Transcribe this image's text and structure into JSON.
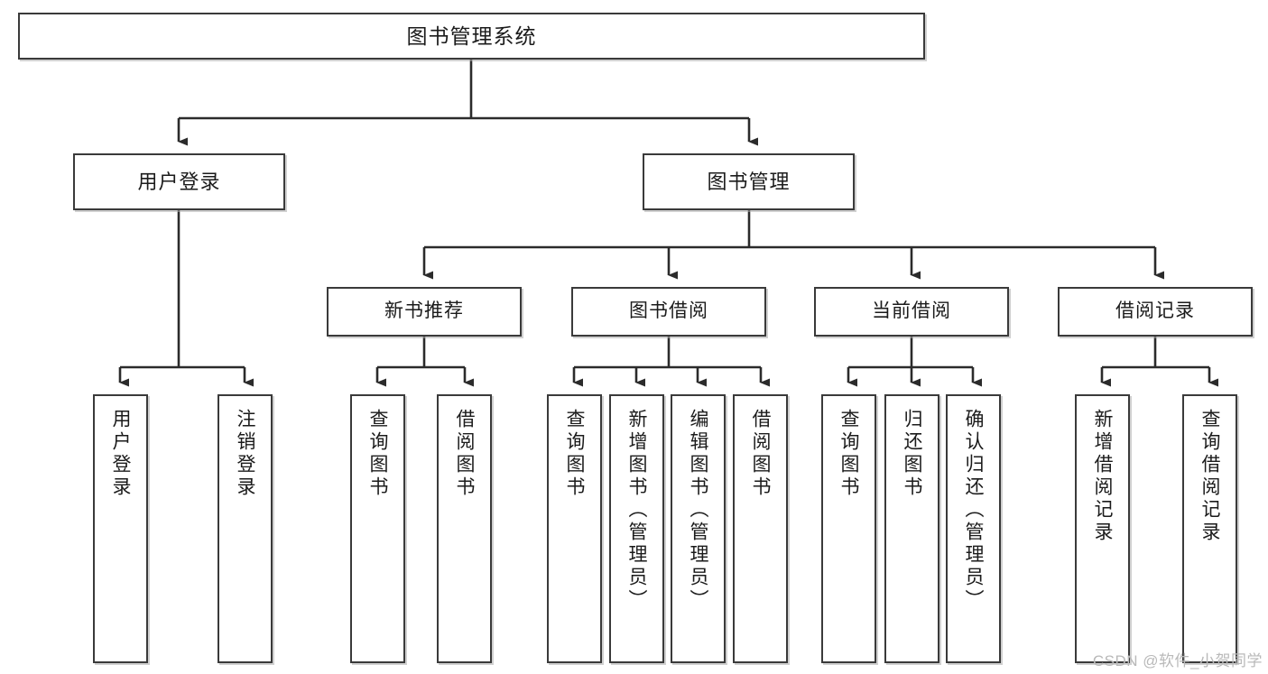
{
  "diagram": {
    "type": "tree",
    "title": "图书管理系统",
    "style": {
      "box_stroke": "#3a3a3a",
      "box_fill": "#ffffff",
      "connector": "#2b2b2b",
      "text": "#1b1b1b",
      "watermark": "#b9b9b9"
    },
    "root": {
      "label": "图书管理系统"
    },
    "level1": [
      {
        "label": "用户登录"
      },
      {
        "label": "图书管理"
      }
    ],
    "level2": [
      {
        "label": "新书推荐"
      },
      {
        "label": "图书借阅"
      },
      {
        "label": "当前借阅"
      },
      {
        "label": "借阅记录"
      }
    ],
    "leaves": [
      {
        "label": "用户登录",
        "parent": "用户登录"
      },
      {
        "label": "注销登录",
        "parent": "用户登录"
      },
      {
        "label": "查询图书",
        "parent": "新书推荐"
      },
      {
        "label": "借阅图书",
        "parent": "新书推荐"
      },
      {
        "label": "查询图书",
        "parent": "图书借阅"
      },
      {
        "label": "新增图书（管理员）",
        "parent": "图书借阅"
      },
      {
        "label": "编辑图书（管理员）",
        "parent": "图书借阅"
      },
      {
        "label": "借阅图书",
        "parent": "图书借阅"
      },
      {
        "label": "查询图书",
        "parent": "当前借阅"
      },
      {
        "label": "归还图书",
        "parent": "当前借阅"
      },
      {
        "label": "确认归还（管理员）",
        "parent": "当前借阅"
      },
      {
        "label": "新增借阅记录",
        "parent": "借阅记录"
      },
      {
        "label": "查询借阅记录",
        "parent": "借阅记录"
      }
    ]
  },
  "watermark": {
    "text": "CSDN @软件_小贺同学"
  }
}
